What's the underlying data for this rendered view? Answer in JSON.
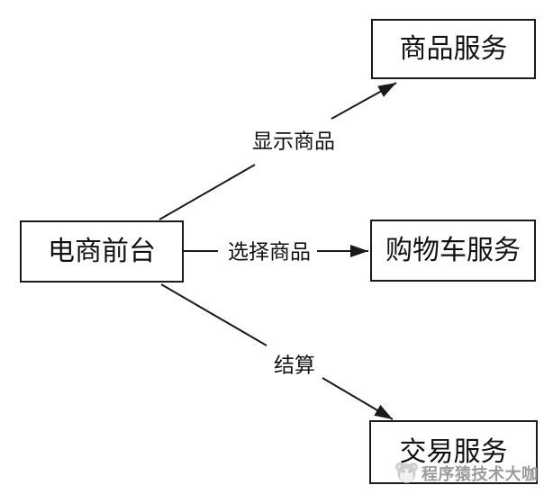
{
  "diagram": {
    "stroke_color": "#1a1a1a",
    "background_color": "#ffffff",
    "nodes": {
      "frontend": {
        "label": "电商前台"
      },
      "product_service": {
        "label": "商品服务"
      },
      "cart_service": {
        "label": "购物车服务"
      },
      "trade_service": {
        "label": "交易服务"
      }
    },
    "edges": {
      "display_products": {
        "label": "显示商品",
        "from": "电商前台",
        "to": "商品服务"
      },
      "select_products": {
        "label": "选择商品",
        "from": "电商前台",
        "to": "购物车服务"
      },
      "checkout": {
        "label": "结算",
        "from": "电商前台",
        "to": "交易服务"
      }
    }
  },
  "watermark": {
    "text": "程序猿技术大咖",
    "icon": "monkey-logo-icon",
    "color": "#9b9b9b"
  }
}
